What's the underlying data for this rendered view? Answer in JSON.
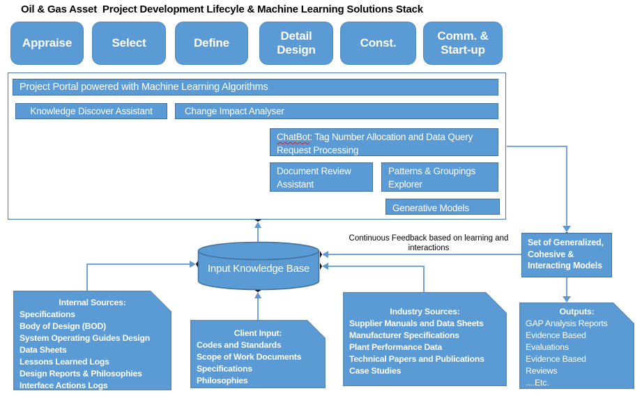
{
  "title": "Oil & Gas Asset  Project Development Lifecyle & Machine Learning Solutions Stack",
  "stages": [
    {
      "label": "Appraise"
    },
    {
      "label": "Select"
    },
    {
      "label": "Define"
    },
    {
      "label": "Detail Design"
    },
    {
      "label": "Const."
    },
    {
      "label": "Comm. & Start-up"
    }
  ],
  "platform": {
    "portal_bar": "Project Portal powered with Machine Learning Algorithms",
    "knowledge_assistant": "Knowledge Discover Assistant",
    "change_analyser": "Change Impact Analyser",
    "chatbot_word": "ChatBot",
    "chatbot_rest": ": Tag Number Allocation and Data Query Request Processing",
    "document_review": "Document Review Assistant",
    "patterns_explorer": "Patterns & Groupings Explorer",
    "generative": "Generative Models"
  },
  "knowledge_base": {
    "label": "Input Knowledge Base"
  },
  "feedback_note": {
    "line1": "Continuous Feedback based on learning and",
    "line2": "interactions"
  },
  "models_box": {
    "lines": [
      "Set of Generalized,",
      "Cohesive &",
      "Interacting Models"
    ]
  },
  "internal_sources": {
    "title": "Internal Sources:",
    "items": [
      "Specifications",
      "Body of Design (BOD)",
      "System Operating Guides Design",
      "Data Sheets",
      "Lessons Learned Logs",
      "Design Reports & Philosophies",
      "Interface Actions Logs"
    ]
  },
  "client_input": {
    "title": "Client Input:",
    "items": [
      "Codes and Standards",
      "Scope of Work Documents",
      "Specifications",
      "Philosophies"
    ]
  },
  "industry_sources": {
    "title": "Industry Sources:",
    "items": [
      "Supplier Manuals and Data Sheets",
      "Manufacturer Specifications",
      "Plant Performance Data",
      "Technical Papers and Publications",
      "Case Studies"
    ]
  },
  "outputs": {
    "title": "Outputs:",
    "items": [
      "GAP Analysis Reports",
      "Evidence Based",
      "Evaluations",
      "Evidence Based",
      "Reviews",
      "....Etc."
    ]
  },
  "colors": {
    "shape_fill": "#5B9BD5",
    "shape_border": "#41719C",
    "connector": "#74A4D6",
    "squiggle": "#CC2222"
  }
}
